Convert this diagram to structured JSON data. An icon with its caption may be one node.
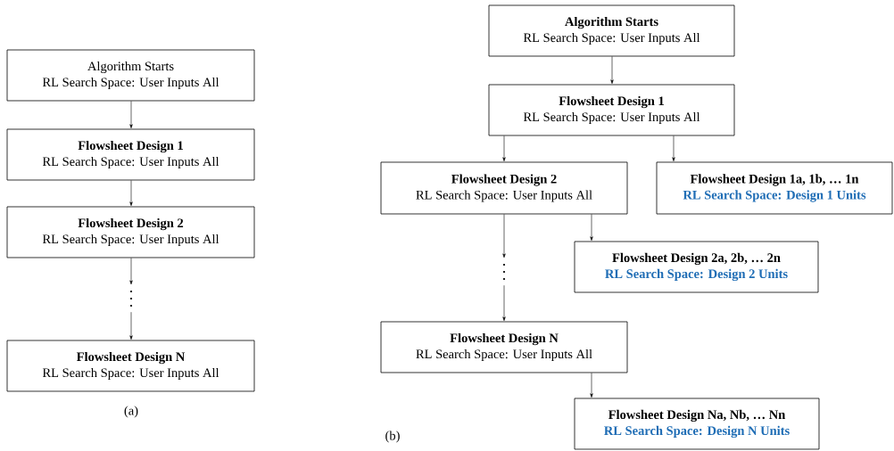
{
  "diagram": {
    "nodes": [
      {
        "text": [
          "Algorithm Starts",
          "RL Search Space: User Inputs All"
        ]
      },
      {
        "text": [
          "Flowsheet Design 1",
          "RL Search Space: User Inputs All"
        ]
      },
      {
        "text": [
          "Flowsheet Design 2",
          "RL Search Space: User Inputs All"
        ]
      },
      {
        "text": [],
        "shape": "dots"
      },
      {
        "text": [
          "Flowsheet Design N",
          "RL Search Space: User Inputs All"
        ]
      },
      {
        "text": [
          "Algorithm Starts",
          "RL Search Space: User Inputs All"
        ]
      },
      {
        "text": [
          "Flowsheet Design 1",
          "RL Search Space: User Inputs All"
        ]
      },
      {
        "text": [
          "Flowsheet Design 2",
          "RL Search Space: User Inputs All"
        ]
      },
      {
        "text": [
          "Flowsheet Design 1a, 1b, … 1n",
          "RL Search Space: Design 1 Units"
        ]
      },
      {
        "text": [
          "Flowsheet Design 2a, 2b, … 2n",
          "RL Search Space: Design 2 Units"
        ]
      },
      {
        "text": [],
        "shape": "dots"
      },
      {
        "text": [
          "Flowsheet Design N",
          "RL Search Space: User Inputs All"
        ]
      },
      {
        "text": [
          "Flowsheet Design Na, Nb, … Nn",
          "RL Search Space: Design N Units"
        ]
      }
    ],
    "edges": [
      {
        "from": 0,
        "to": 1,
        "arrow": "to"
      },
      {
        "from": 1,
        "to": 2,
        "arrow": "to"
      },
      {
        "from": 2,
        "to": 3,
        "arrow": "to"
      },
      {
        "from": 3,
        "to": 4,
        "arrow": "to"
      },
      {
        "from": 5,
        "to": 6,
        "arrow": "to"
      },
      {
        "from": 6,
        "to": 7,
        "arrow": "to"
      },
      {
        "from": 6,
        "to": 8,
        "arrow": "to"
      },
      {
        "from": 7,
        "to": 9,
        "arrow": "to"
      },
      {
        "from": 7,
        "to": 10,
        "arrow": "to"
      },
      {
        "from": 10,
        "to": 11,
        "arrow": "to"
      },
      {
        "from": 11,
        "to": 12,
        "arrow": "to"
      }
    ],
    "labels": [
      "(a)",
      "(b)"
    ]
  }
}
